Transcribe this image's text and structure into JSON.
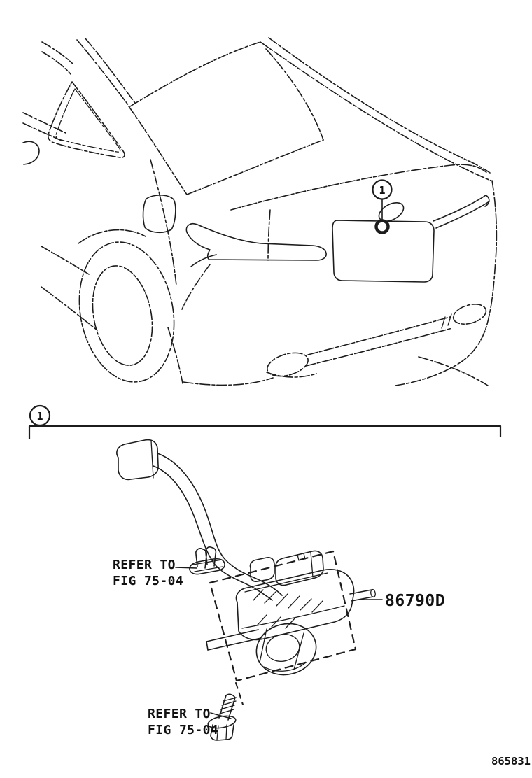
{
  "document": {
    "figure_number": "865831",
    "background_color": "#ffffff",
    "ink_color": "#1c1c1c"
  },
  "overview": {
    "description": "rear three-quarter line drawing of coupe",
    "callout_label": "1"
  },
  "detail": {
    "callout_label": "1",
    "part_number_label": "86790D",
    "clip_note": {
      "line1": "REFER TO",
      "line2": "FIG 75-04"
    },
    "bolt_note": {
      "line1": "REFER TO",
      "line2": "FIG 75-04"
    }
  }
}
